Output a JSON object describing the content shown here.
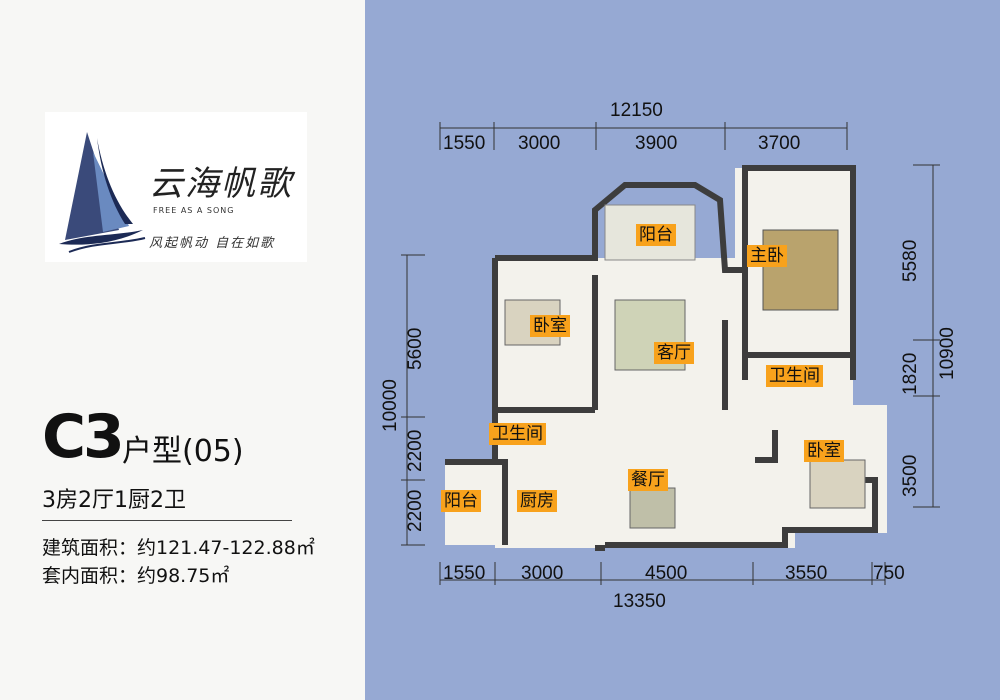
{
  "brand": {
    "logo_text": "云海帆歌",
    "tagline": "FREE AS A SONG",
    "slogan": "风起帆动 自在如歌"
  },
  "unit": {
    "code": "C3",
    "label": "户型(05)",
    "rooms": "3房2厅1厨2卫",
    "gross_area": "建筑面积：约121.47-122.88㎡",
    "net_area": "套内面积：约98.75㎡"
  },
  "dimensions": {
    "top_total": "12150",
    "top": [
      "1550",
      "3000",
      "3900",
      "3700"
    ],
    "bottom": [
      "1550",
      "3000",
      "4500",
      "3550",
      "750"
    ],
    "bottom_total": "13350",
    "left": [
      "5600",
      "2200",
      "2200"
    ],
    "left_total": "10000",
    "right": [
      "5580",
      "1820",
      "3500"
    ],
    "right_total": "10900"
  },
  "rooms": {
    "balcony_top": "阳台",
    "master_bedroom": "主卧",
    "bedroom_left": "卧室",
    "living_room": "客厅",
    "bathroom_right": "卫生间",
    "bathroom_left": "卫生间",
    "bedroom_right": "卧室",
    "dining_room": "餐厅",
    "balcony_left": "阳台",
    "kitchen": "厨房"
  },
  "colors": {
    "panel_background": "#96a9d3",
    "room_label_background": "#f8a21c"
  }
}
